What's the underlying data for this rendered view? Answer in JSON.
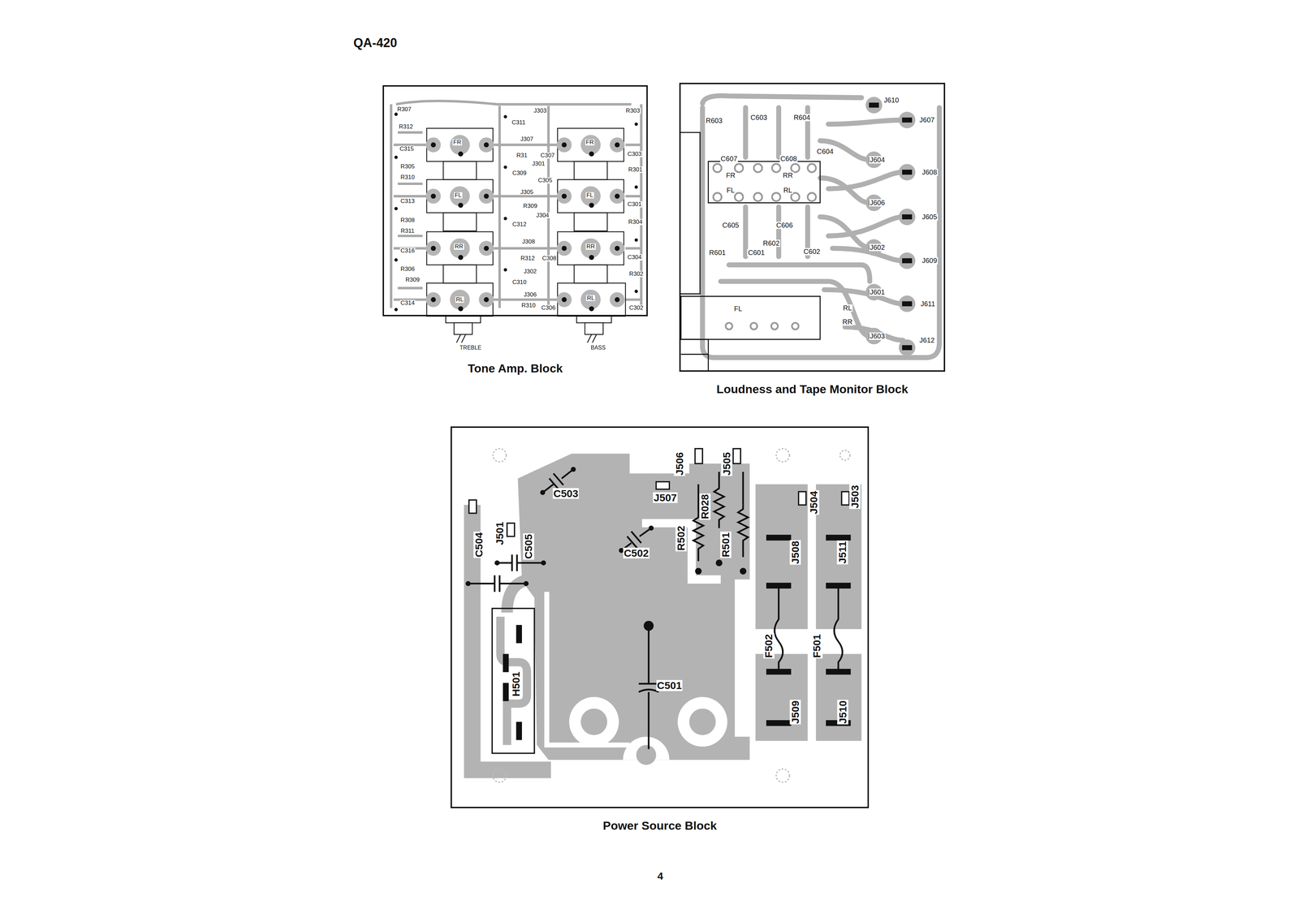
{
  "diagram": {
    "title": "QA-420",
    "nodes": [
      {
        "text": [
          "Tone Amp. Block"
        ]
      },
      {
        "text": [
          "Loudness and Tape Monitor Block"
        ]
      },
      {
        "text": [
          "Power Source Block"
        ]
      }
    ],
    "labels": [
      "R307",
      "R312",
      "C315",
      "R305",
      "R310",
      "C313",
      "R308",
      "R311",
      "C316",
      "R306",
      "R309",
      "C314",
      "J303",
      "C311",
      "J307",
      "R31",
      "C307",
      "C309",
      "J301",
      "C305",
      "J305",
      "R309",
      "J304",
      "C312",
      "J308",
      "R312",
      "C308",
      "J302",
      "C310",
      "J306",
      "R310",
      "C306",
      "R303",
      "C303",
      "R301",
      "C301",
      "R304",
      "C304",
      "R302",
      "C302",
      "FR",
      "FR",
      "FL",
      "FL",
      "RR",
      "RR",
      "RL",
      "RL",
      "TREBLE",
      "BASS",
      "R603",
      "C603",
      "R604",
      "C607",
      "C608",
      "C604",
      "FR",
      "RR",
      "FL",
      "RL",
      "C605",
      "C606",
      "R601",
      "C601",
      "R602",
      "C602",
      "FL",
      "RL",
      "RR",
      "J610",
      "J607",
      "J604",
      "J608",
      "J606",
      "J605",
      "J602",
      "J609",
      "J601",
      "J611",
      "J603",
      "J612",
      "C503",
      "J506",
      "J505",
      "J507",
      "R028",
      "R502",
      "R501",
      "J504",
      "J503",
      "J501",
      "C505",
      "C504",
      "C502",
      "J508",
      "J511",
      "F502",
      "F501",
      "H501",
      "C501",
      "J509",
      "J510",
      "4"
    ]
  }
}
